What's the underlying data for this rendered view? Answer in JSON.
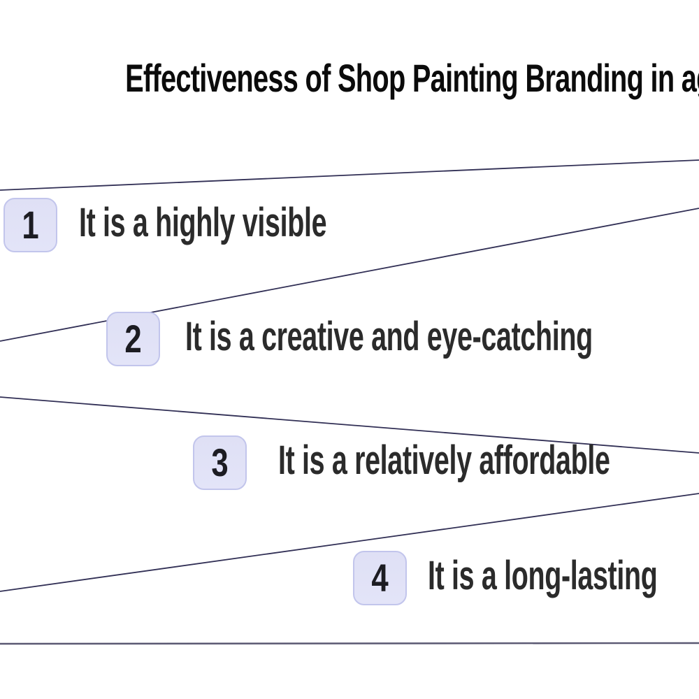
{
  "title": "Effectiveness of Shop Painting Branding in agra",
  "items": [
    {
      "number": "1",
      "label": "It is a highly visible"
    },
    {
      "number": "2",
      "label": "It is a creative and eye-catching"
    },
    {
      "number": "3",
      "label": "It is a relatively affordable"
    },
    {
      "number": "4",
      "label": "It is a long-lasting"
    }
  ],
  "colors": {
    "background": "#ffffff",
    "title_text": "#0b0b0b",
    "item_text": "#2b2b2b",
    "badge_fill": "#e1e2f7",
    "badge_border": "#c2c5ec",
    "badge_digit": "#1c1c22",
    "diagonal_line": "#312f55",
    "bottom_line": "#5a5872"
  }
}
